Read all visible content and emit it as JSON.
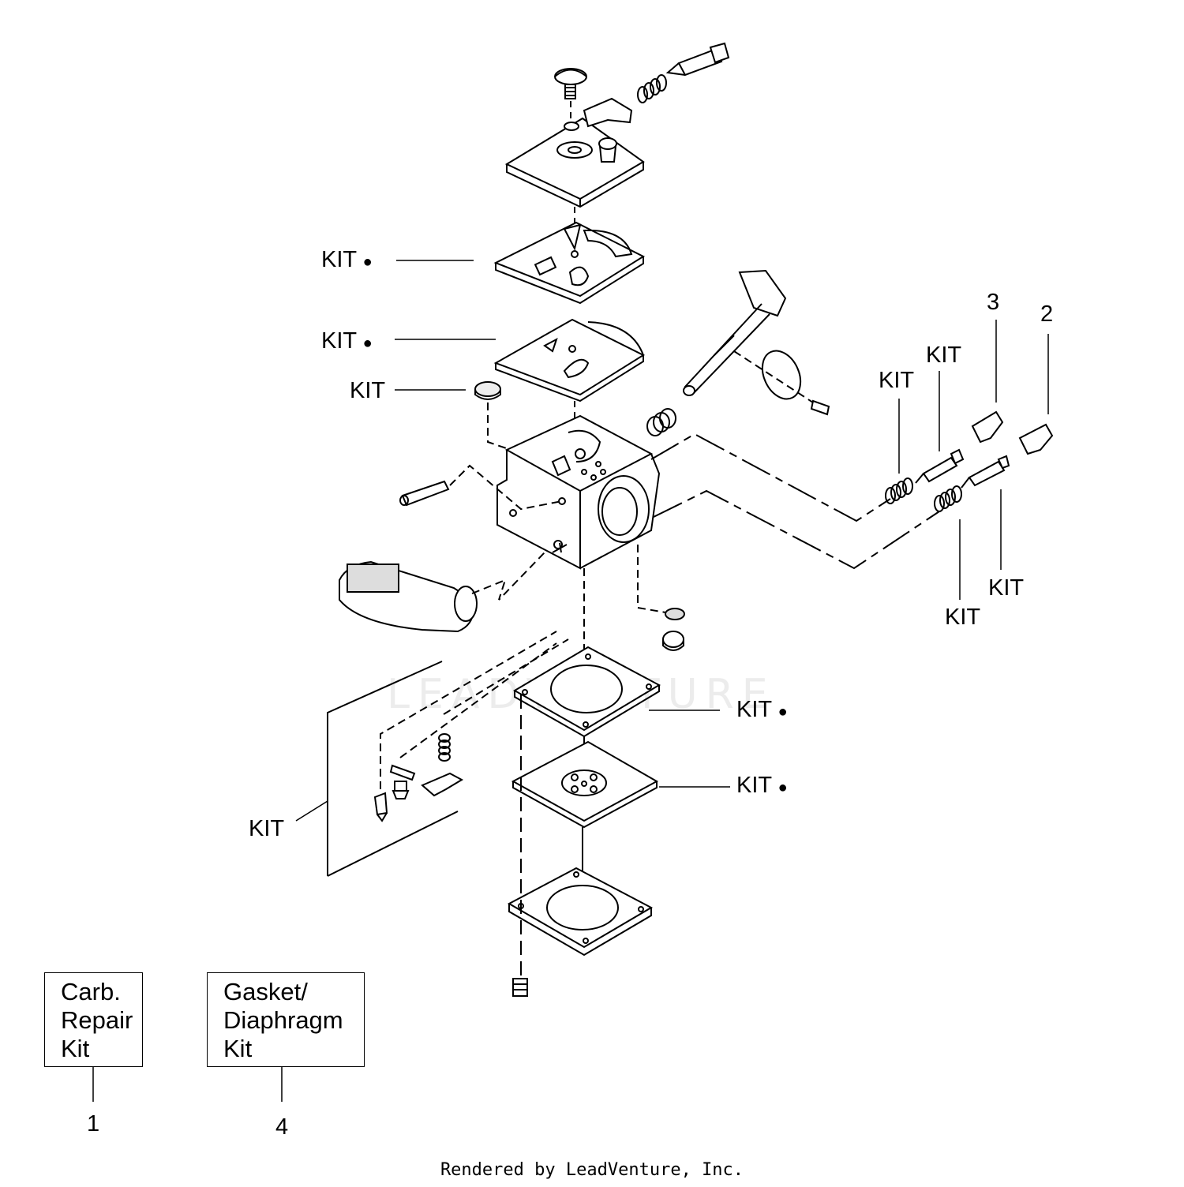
{
  "callouts": {
    "kit_label": "KIT",
    "bullet": "●"
  },
  "ref_numbers": {
    "n1": "1",
    "n2": "2",
    "n3": "3",
    "n4": "4"
  },
  "boxes": {
    "carb_repair_kit": [
      "Carb.",
      "Repair",
      "Kit"
    ],
    "gasket_diaphragm_kit": [
      "Gasket/",
      "Diaphragm",
      "Kit"
    ]
  },
  "watermark": "LEADVENTURE",
  "footer": "Rendered by LeadVenture, Inc."
}
